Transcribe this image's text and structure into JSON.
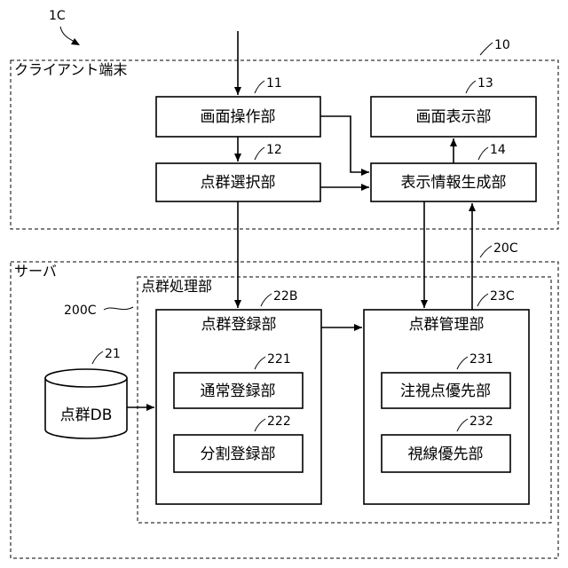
{
  "figure_ref": "1C",
  "client": {
    "label": "クライアント端末",
    "ref": "10",
    "screen_op": {
      "label": "画面操作部",
      "ref": "11"
    },
    "point_select": {
      "label": "点群選択部",
      "ref": "12"
    },
    "screen_display": {
      "label": "画面表示部",
      "ref": "13"
    },
    "display_info": {
      "label": "表示情報生成部",
      "ref": "14"
    }
  },
  "server": {
    "label": "サーバ",
    "ref": "20C",
    "processing": {
      "label": "点群処理部",
      "ref": "200C",
      "register": {
        "label": "点群登録部",
        "ref": "22B",
        "normal": {
          "label": "通常登録部",
          "ref": "221"
        },
        "split": {
          "label": "分割登録部",
          "ref": "222"
        }
      },
      "manage": {
        "label": "点群管理部",
        "ref": "23C",
        "gaze": {
          "label": "注視点優先部",
          "ref": "231"
        },
        "sight": {
          "label": "視線優先部",
          "ref": "232"
        }
      }
    },
    "db": {
      "label": "点群DB",
      "ref": "21"
    }
  }
}
